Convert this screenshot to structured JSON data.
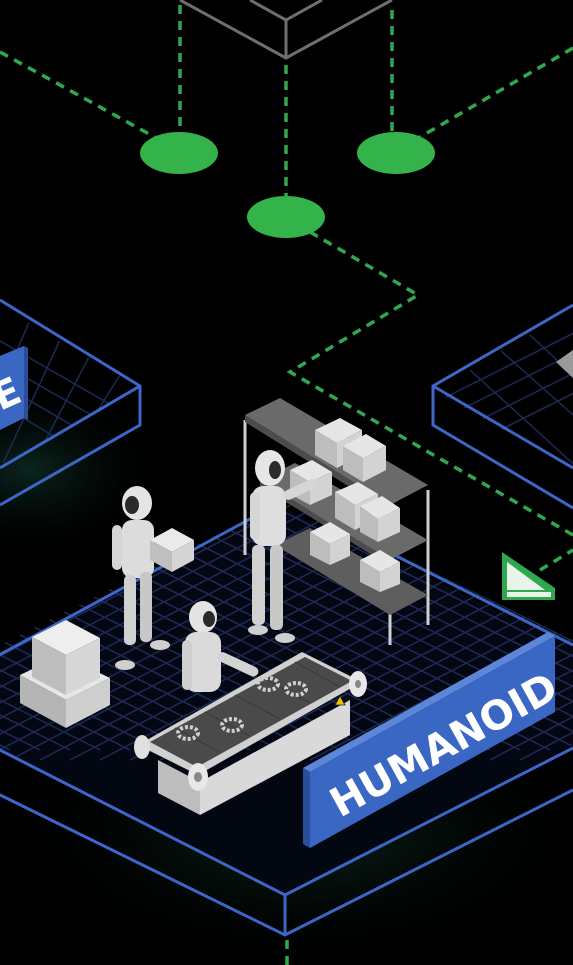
{
  "scene": {
    "background_color": "#000000",
    "dashed_connector_color": "#2fa84f",
    "node_color": "#34b34a",
    "platform_outline_color": "#3d66c9",
    "grid_color": "#1e2a55",
    "sign_color": "#3a67c4"
  },
  "signs": {
    "main_label": "HUMANOID",
    "left_edge_label": "E"
  },
  "icons": {
    "top_cube": "cube-outline-icon",
    "node": "green-node-ellipse",
    "side_marker": "green-ramp-icon",
    "warning": "warning-triangle-icon",
    "robot": "humanoid-robot-icon",
    "gear": "gear-icon"
  }
}
